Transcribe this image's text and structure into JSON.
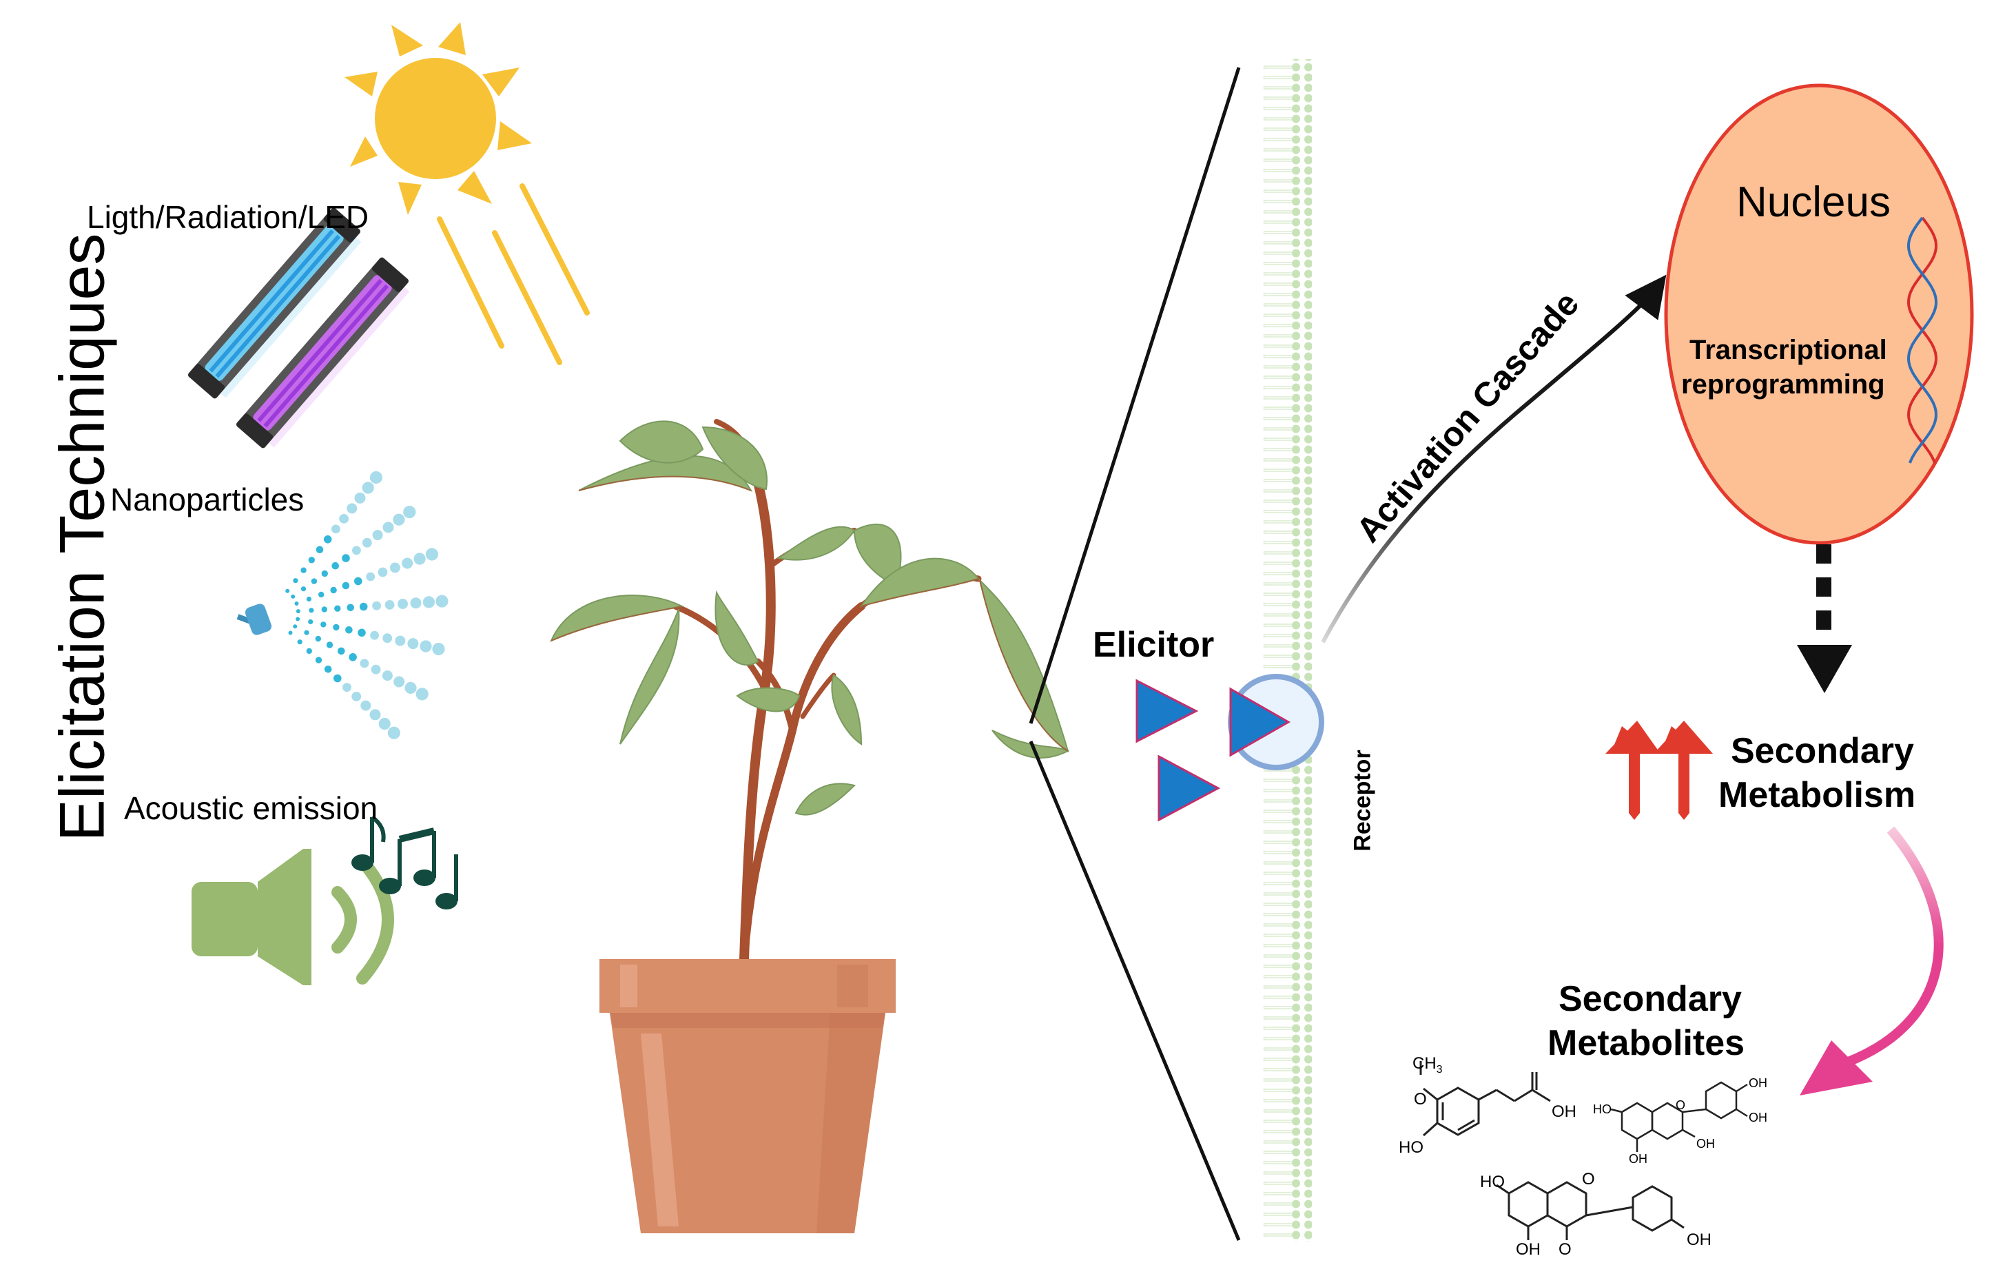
{
  "title": "Elicitation Techniques",
  "techniques": {
    "light": "Ligth/Radiation/LED",
    "nano": "Nanoparticles",
    "acoustic": "Acoustic emission"
  },
  "cell": {
    "elicitor": "Elicitor",
    "receptor": "Receptor",
    "cascade": "Activation Cascade",
    "nucleus": "Nucleus",
    "transcription_line1": "Transcriptional",
    "transcription_line2": "reprogramming"
  },
  "outcome": {
    "metabolism_line1": "Secondary",
    "metabolism_line2": "Metabolism",
    "metabolites_line1": "Secondary",
    "metabolites_line2": "Metabolites"
  },
  "chem": {
    "ferulic_methyl": "CH",
    "ferulic_methyl_sub": "3",
    "ferulic_O": "O",
    "ferulic_HO": "HO",
    "ferulic_OH": "OH",
    "cat_HO": "HO",
    "cat_OH1": "OH",
    "cat_OH2": "OH",
    "cat_OH3": "OH",
    "cat_OH4": "OH",
    "cat_O": "O",
    "iso_HO": "HO",
    "iso_OH1": "OH",
    "iso_OH2": "OH",
    "iso_O1": "O",
    "iso_O2": "O"
  },
  "colors": {
    "sun": "#F7C235",
    "membrane": "#C9E3B8",
    "elicitor": "#1A7BC9",
    "nucleus_fill": "#FDBF94",
    "nucleus_stroke": "#E33A2D",
    "up_arrow": "#E03A2C",
    "pink_arrow": "#E5408F",
    "speaker": "#98B96F",
    "notes": "#134A3F",
    "pot": "#D98E6A",
    "leaf": "#93B272"
  }
}
